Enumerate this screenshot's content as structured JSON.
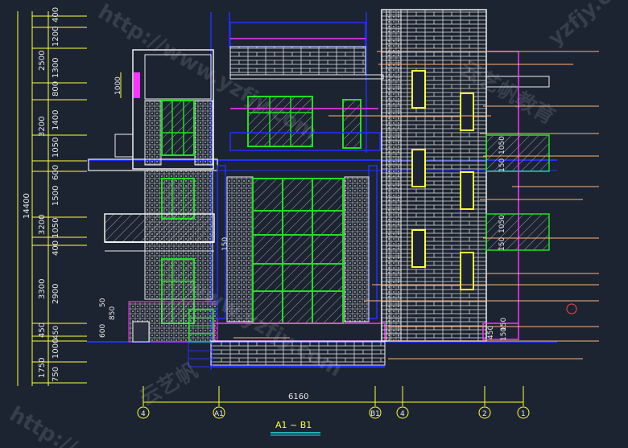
{
  "drawing": {
    "left_dims_outer": [
      "400",
      "1200",
      "2500",
      "1300",
      "800",
      "3200",
      "1400",
      "1050",
      "600",
      "3200",
      "1500",
      "1050",
      "400",
      "3300",
      "2900",
      "450",
      "1750",
      "1000",
      "750"
    ],
    "left_total": "14400",
    "inner_dims": [
      "1000",
      "50",
      "600",
      "850",
      "450",
      "150"
    ],
    "right_dims": [
      "150",
      "1050",
      "150",
      "1050",
      "450",
      "150",
      "150"
    ],
    "bottom_dim": "6160",
    "axis_labels": [
      "4",
      "A1",
      "B1",
      "4",
      "2",
      "1"
    ],
    "title": "A1 ~ B1"
  },
  "watermark": {
    "texts": [
      "yzfjy.com",
      "http://www.yzfjy.com",
      "云艺帆教育",
      "www.yzfjy.com",
      "http://",
      "云艺帆"
    ]
  },
  "colors": {
    "background": "#1c2431",
    "green": "#1fe11f",
    "yellow": "#ffff33",
    "blue": "#2030ff",
    "magenta": "#ff33ff",
    "white": "#f0f0f0",
    "orange": "#ffb27a"
  }
}
